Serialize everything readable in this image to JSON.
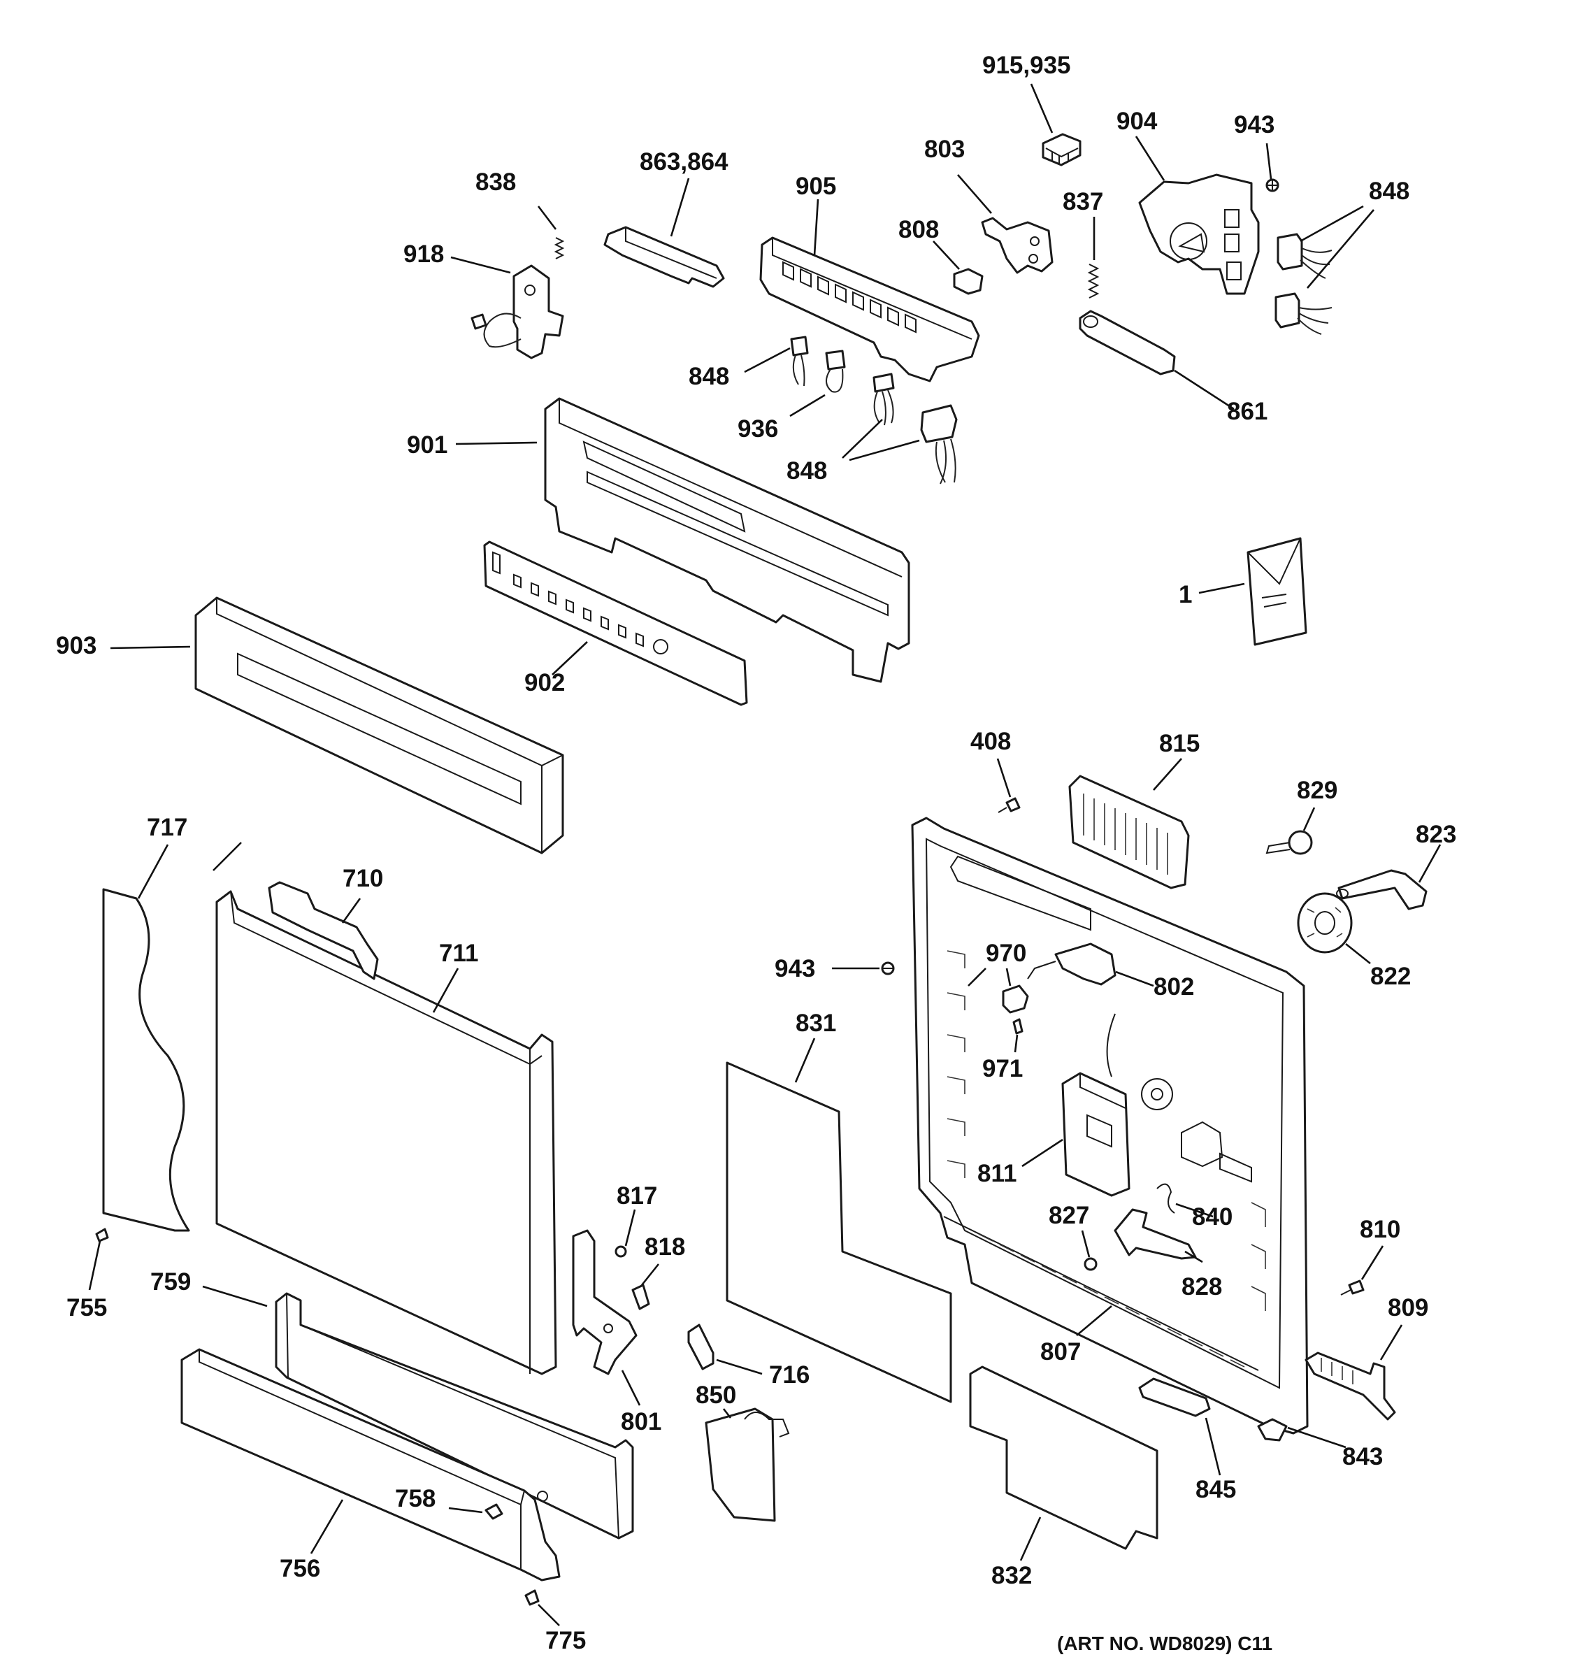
{
  "diagram": {
    "art_number": "(ART NO. WD8029) C11",
    "callouts": {
      "c915_935": "915,935",
      "c904": "904",
      "c943_top": "943",
      "c848_right": "848",
      "c838": "838",
      "c863_864": "863,864",
      "c905": "905",
      "c803": "803",
      "c837": "837",
      "c918": "918",
      "c808": "808",
      "c848_mid": "848",
      "c936": "936",
      "c861": "861",
      "c901": "901",
      "c848_low": "848",
      "c1": "1",
      "c903": "903",
      "c902": "902",
      "c408": "408",
      "c815": "815",
      "c829": "829",
      "c823": "823",
      "c717": "717",
      "c710": "710",
      "c711": "711",
      "c970": "970",
      "c943_mid": "943",
      "c802": "802",
      "c822": "822",
      "c831": "831",
      "c971": "971",
      "c811": "811",
      "c817": "817",
      "c818": "818",
      "c827": "827",
      "c840": "840",
      "c810": "810",
      "c755": "755",
      "c759": "759",
      "c828": "828",
      "c809": "809",
      "c807": "807",
      "c716": "716",
      "c850": "850",
      "c801": "801",
      "c843": "843",
      "c845": "845",
      "c758": "758",
      "c756": "756",
      "c832": "832",
      "c775": "775"
    }
  }
}
